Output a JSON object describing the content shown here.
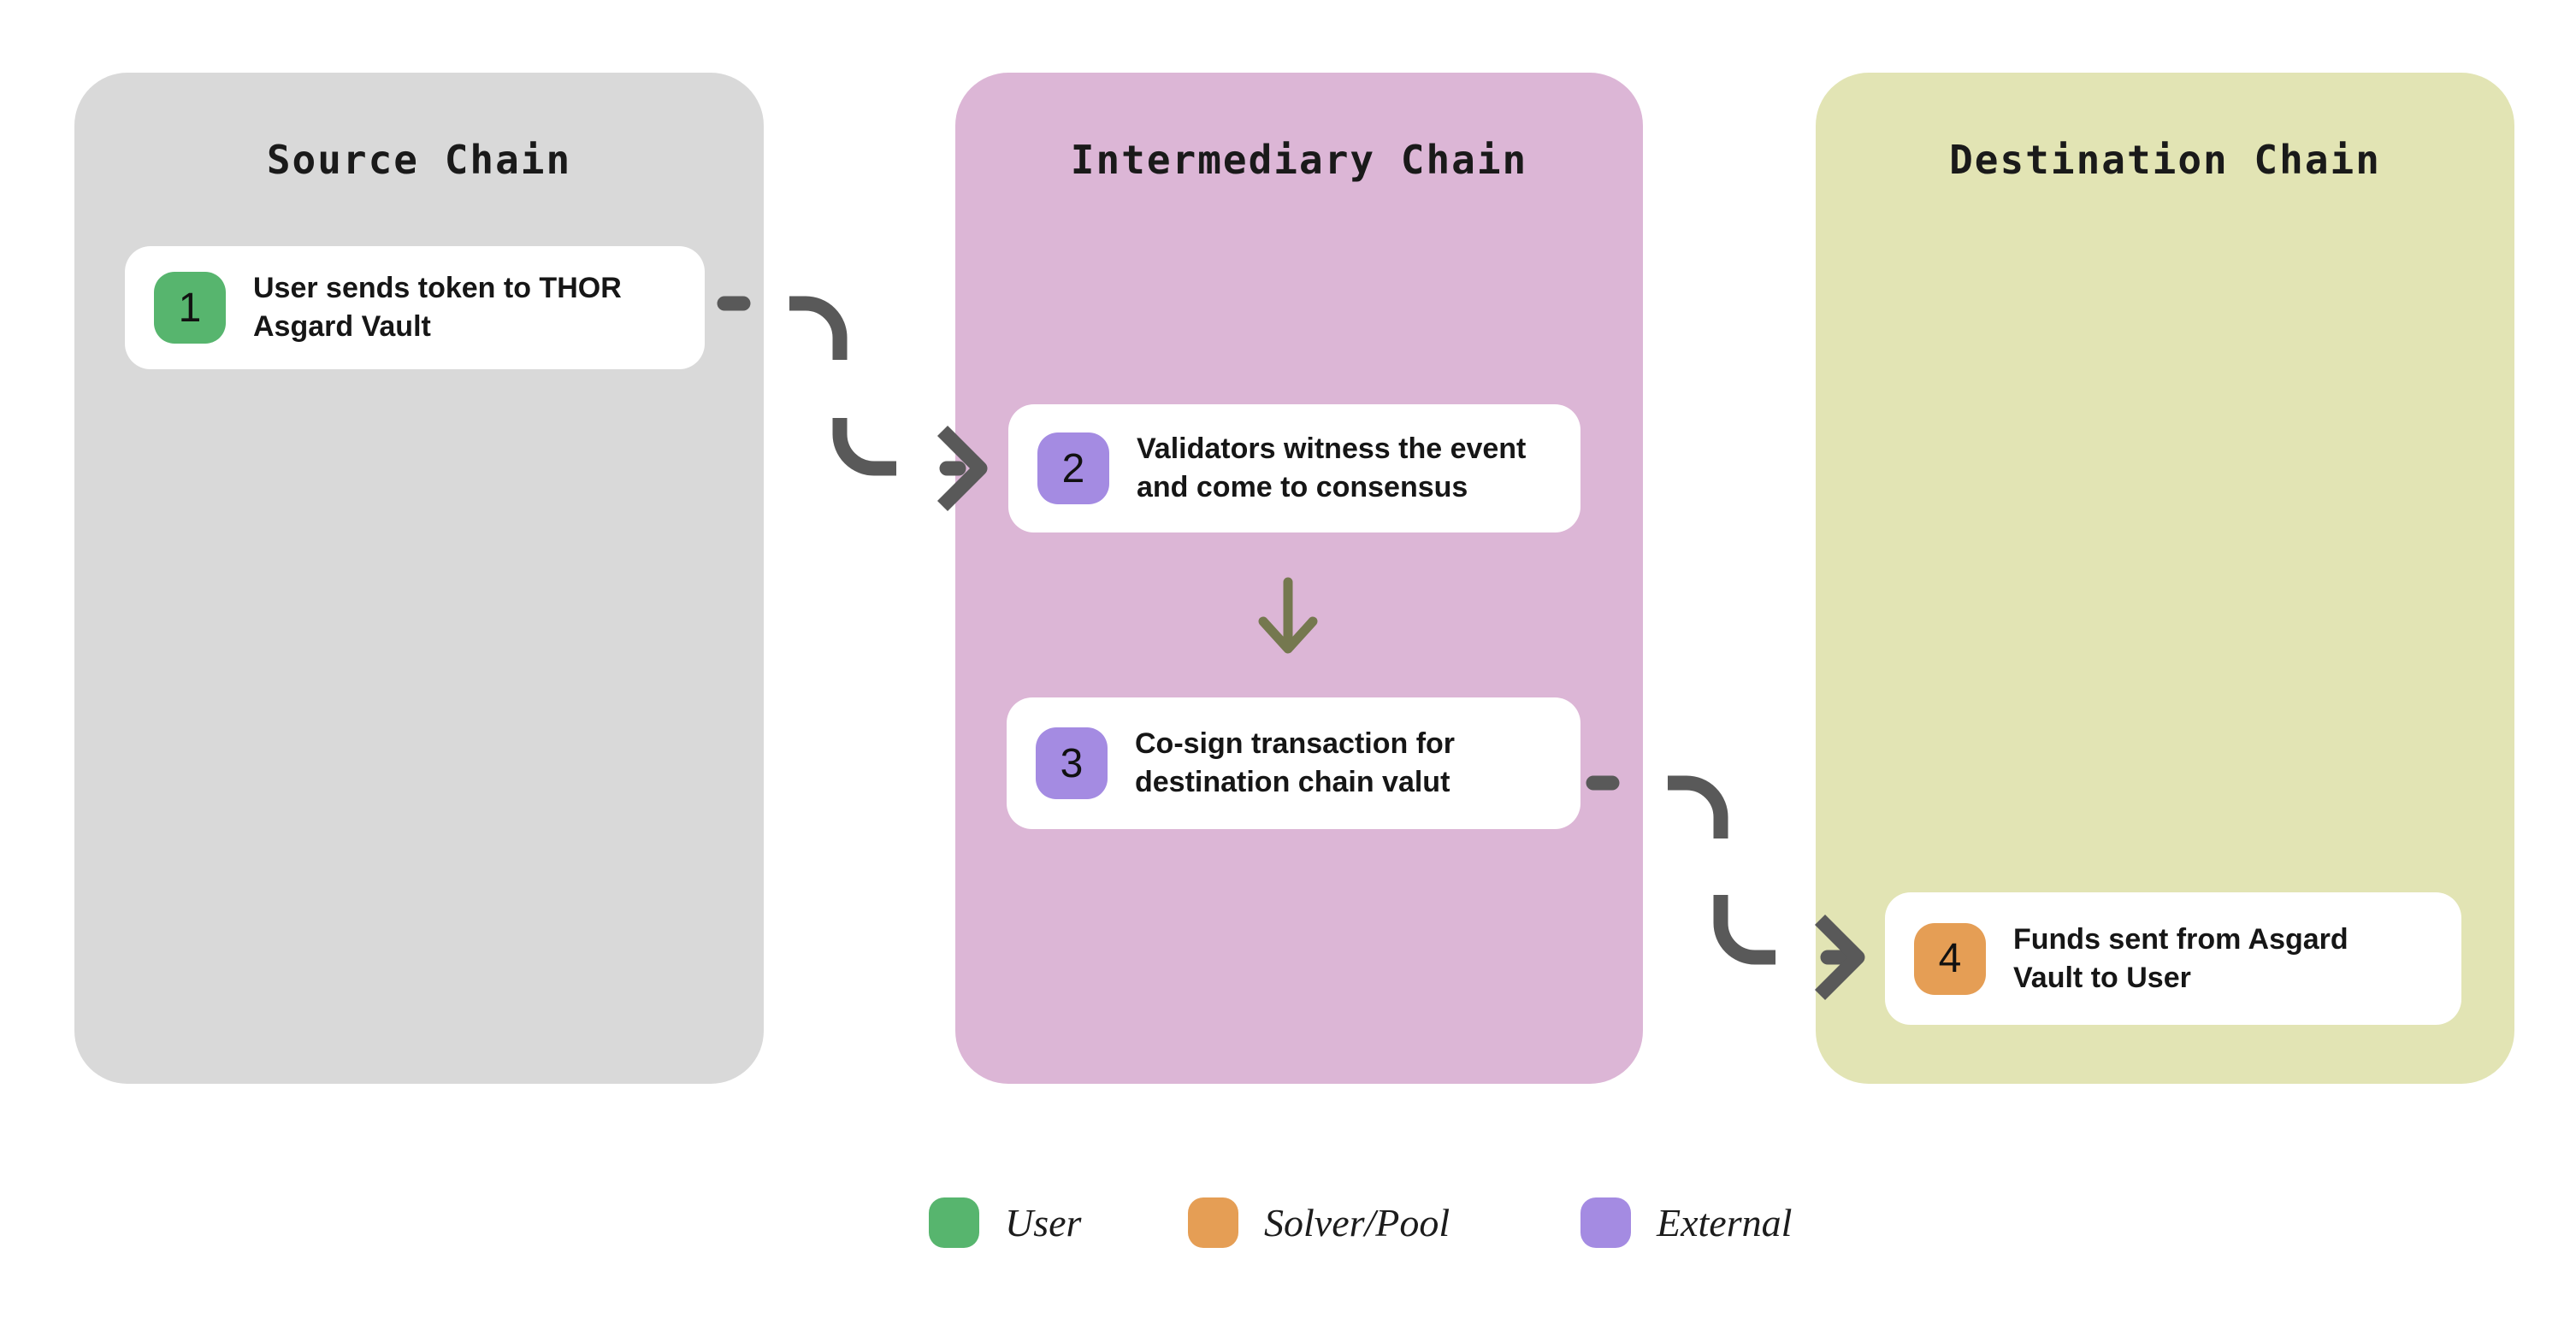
{
  "page": {
    "background": "#ffffff"
  },
  "colors": {
    "connector_gray": "#595959",
    "down_arrow_olive": "#75784f",
    "panel_source_bg": "#d9d9d9",
    "panel_intermediary_bg": "#dcb6d6",
    "panel_destination_bg": "#e2e4b4",
    "card_bg": "#ffffff",
    "user_green": "#57b56e",
    "solver_orange": "#e59e55",
    "external_purple": "#a48be2",
    "title_text": "#1a1a1a"
  },
  "panels": [
    {
      "title": "Source Chain",
      "bg": "#d9d9d9"
    },
    {
      "title": "Intermediary Chain",
      "bg": "#dcb6d6"
    },
    {
      "title": "Destination Chain",
      "bg": "#e2e4b4"
    }
  ],
  "steps": [
    {
      "number": "1",
      "text": "User sends token to THOR\nAsgard Vault",
      "badge_color": "#57b56e"
    },
    {
      "number": "2",
      "text": "Validators witness the event\nand come to consensus",
      "badge_color": "#a48be2"
    },
    {
      "number": "3",
      "text": "Co-sign transaction for\ndestination chain valut",
      "badge_color": "#a48be2"
    },
    {
      "number": "4",
      "text": "Funds sent from Asgard\nVault to User",
      "badge_color": "#e59e55"
    }
  ],
  "legend": [
    {
      "label": "User",
      "color": "#57b56e"
    },
    {
      "label": "Solver/Pool",
      "color": "#e59e55"
    },
    {
      "label": "External",
      "color": "#a48be2"
    }
  ]
}
